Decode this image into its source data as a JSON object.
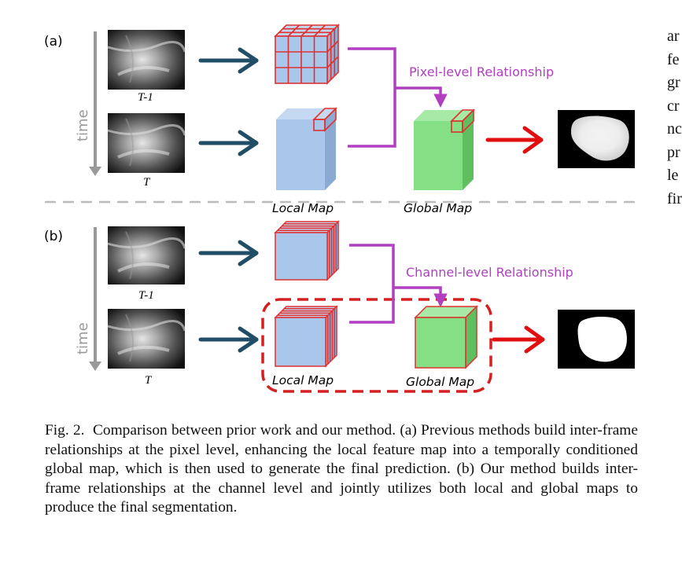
{
  "figure": {
    "panel_a": {
      "label": "(a)",
      "frame_prev_label": "T-1",
      "frame_curr_label": "T",
      "time_axis_label": "time",
      "relationship_label": "Pixel-level Relationship",
      "local_map_label": "Local Map",
      "global_map_label": "Global Map"
    },
    "panel_b": {
      "label": "(b)",
      "frame_prev_label": "T-1",
      "frame_curr_label": "T",
      "time_axis_label": "time",
      "relationship_label": "Channel-level Relationship",
      "local_map_label": "Local Map",
      "global_map_label": "Global Map"
    },
    "colors": {
      "arrow_blue": "#1f4e66",
      "arrow_red": "#e01010",
      "relationship_magenta": "#b040c0",
      "grid_red": "#e03030",
      "local_blue": "#a9c7ea",
      "global_green": "#85df85",
      "separator_gray": "#bbbbbb"
    }
  },
  "caption": {
    "fig_label": "Fig. 2.",
    "text": "Comparison between prior work and our method. (a) Previous methods build inter-frame relationships at the pixel level, enhancing the local feature map into a temporally conditioned global map, which is then used to generate the final prediction. (b) Our method builds inter-frame relationships at the channel level and jointly utilizes both local and global maps to produce the final segmentation."
  },
  "right_column_fragments": [
    "ar",
    "fe",
    "gr",
    "cr",
    "nc",
    "pr",
    "le",
    "fir"
  ]
}
